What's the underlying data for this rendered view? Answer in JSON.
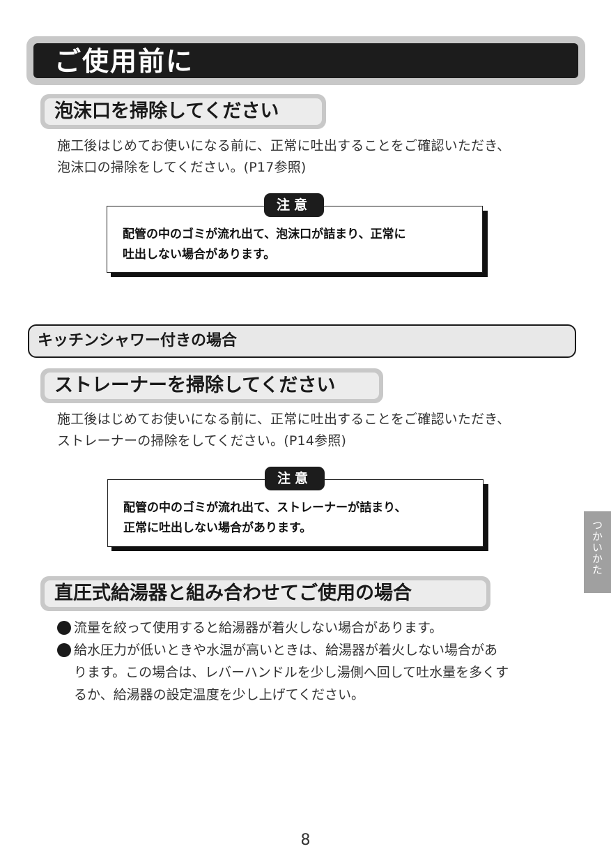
{
  "title": "ご使用前に",
  "section1": {
    "heading": "泡沫口を掃除してください",
    "lines": [
      "施工後はじめてお使いになる前に、正常に吐出することをご確認いただき、",
      "泡沫口の掃除をしてください。(P17参照)"
    ],
    "caution_label": "注意",
    "caution_lines": [
      "配管の中のゴミが流れ出て、泡沫口が詰まり、正常に",
      "吐出しない場合があります。"
    ]
  },
  "kitchen_label": "キッチンシャワー付きの場合",
  "section2": {
    "heading": "ストレーナーを掃除してください",
    "lines": [
      "施工後はじめてお使いになる前に、正常に吐出することをご確認いただき、",
      "ストレーナーの掃除をしてください。(P14参照)"
    ],
    "caution_label": "注意",
    "caution_lines": [
      "配管の中のゴミが流れ出て、ストレーナーが詰まり、",
      "正常に吐出しない場合があります。"
    ]
  },
  "section3": {
    "heading": "直圧式給湯器と組み合わせてご使用の場合",
    "bullets": [
      {
        "lines": [
          "流量を絞って使用すると給湯器が着火しない場合があります。"
        ]
      },
      {
        "lines": [
          "給水圧力が低いときや水温が高いときは、給湯器が着火しない場合があ",
          "ります。この場合は、レバーハンドルを少し湯側へ回して吐水量を多くす",
          "るか、給湯器の設定温度を少し上げてください。"
        ]
      }
    ]
  },
  "side_tab": "つかいかた",
  "page_number": "8"
}
